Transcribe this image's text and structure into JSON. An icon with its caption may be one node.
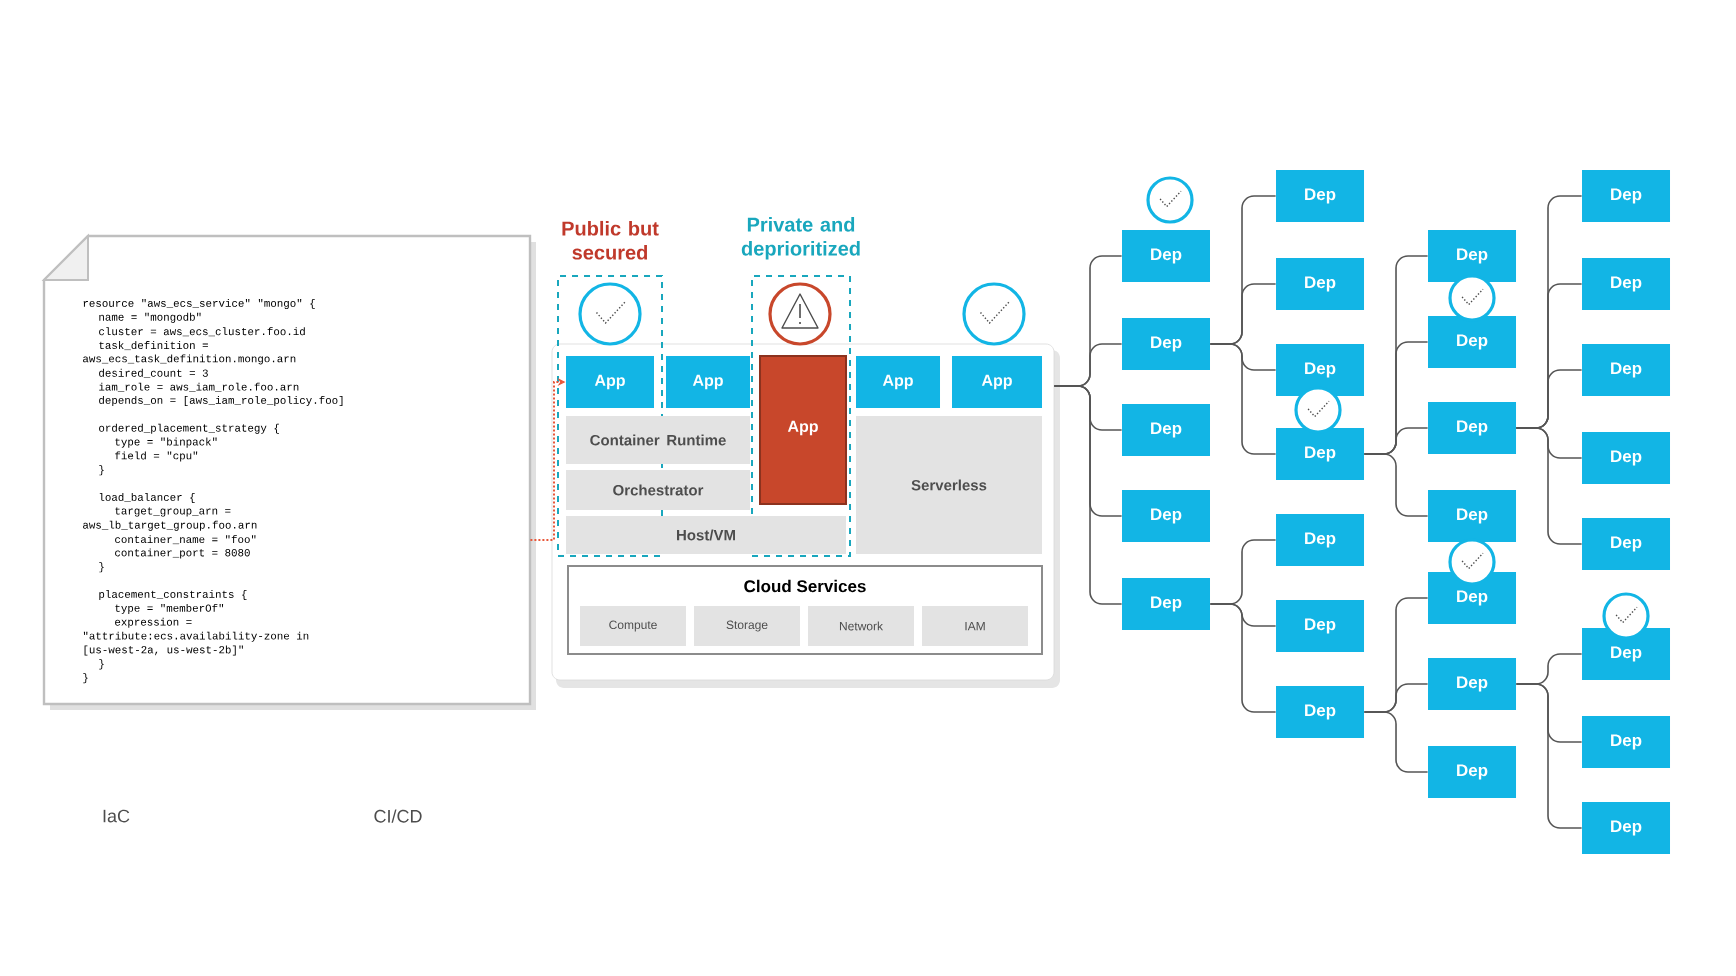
{
  "diagram": {
    "nodes": [
      {
        "text": [
          "resource \"aws_ecs_service\" \"mongo\" {",
          "name = \"mongodb\"",
          "cluster = aws_ecs_cluster.foo.id",
          "task_definition =",
          "aws_ecs_task_definition.mongo.arn",
          "desired_count = 3",
          "iam_role = aws_iam_role.foo.arn",
          "depends_on = [aws_iam_role_policy.foo]",
          "ordered_placement_strategy {",
          "type = \"binpack\"",
          "field = \"cpu\"",
          "}",
          "load_balancer {",
          "target_group_arn =",
          "aws_lb_target_group.foo.arn",
          "container_name = \"foo\"",
          "container_port = 8080",
          "}",
          "placement_constraints {",
          "type = \"memberOf\"",
          "expression =",
          "\"attribute:ecs.availability-zone in",
          "[us-west-2a, us-west-2b]\"",
          "}",
          "}"
        ]
      },
      {
        "text": [],
        "shape": "box"
      },
      {
        "text": [
          "Public but secured"
        ]
      },
      {
        "text": [
          "Private and deprioritized"
        ]
      },
      {
        "text": [
          "App"
        ]
      },
      {
        "text": [
          "App"
        ],
        "in": 1
      },
      {
        "text": [
          "App"
        ]
      },
      {
        "text": [
          "App"
        ],
        "in": 1
      },
      {
        "text": [
          "App"
        ],
        "in": 1
      },
      {
        "text": [
          "Container Runtime"
        ],
        "in": 1
      },
      {
        "text": [
          "Orchestrator"
        ],
        "in": 1
      },
      {
        "text": [
          "Host/VM"
        ],
        "in": 1
      },
      {
        "text": [
          "Serverless"
        ],
        "in": 1
      },
      {
        "text": [
          "Cloud Services"
        ],
        "in": 1
      },
      {
        "text": [
          "Compute"
        ],
        "in": 13
      },
      {
        "text": [
          "Storage"
        ],
        "in": 13
      },
      {
        "text": [
          "Network"
        ],
        "in": 13
      },
      {
        "text": [
          "IAM"
        ],
        "in": 13
      },
      {
        "text": [
          "Dep"
        ]
      },
      {
        "text": [
          "Dep"
        ]
      },
      {
        "text": [
          "Dep"
        ]
      },
      {
        "text": [
          "Dep"
        ]
      },
      {
        "text": [
          "Dep"
        ]
      },
      {
        "text": [
          "Dep"
        ]
      },
      {
        "text": [
          "Dep"
        ]
      },
      {
        "text": [
          "Dep"
        ]
      },
      {
        "text": [
          "Dep"
        ]
      },
      {
        "text": [
          "Dep"
        ]
      },
      {
        "text": [
          "Dep"
        ]
      },
      {
        "text": [
          "Dep"
        ]
      },
      {
        "text": [
          "Dep"
        ]
      },
      {
        "text": [
          "Dep"
        ]
      },
      {
        "text": [
          "Dep"
        ]
      },
      {
        "text": [
          "Dep"
        ]
      },
      {
        "text": [
          "Dep"
        ]
      },
      {
        "text": [
          "Dep"
        ]
      },
      {
        "text": [
          "Dep"
        ]
      },
      {
        "text": [
          "Dep"
        ]
      },
      {
        "text": [
          "Dep"
        ]
      },
      {
        "text": [
          "Dep"
        ]
      },
      {
        "text": [
          "Dep"
        ]
      },
      {
        "text": [
          "Dep"
        ]
      },
      {
        "text": [
          "Dep"
        ]
      },
      {
        "text": [
          "Dep"
        ]
      },
      {
        "text": [
          "Dep"
        ]
      }
    ],
    "edges": [
      {
        "from": 0,
        "to": 4,
        "arrow": "to",
        "style": "dashed",
        "color": "#e8573a"
      },
      {
        "from": 1,
        "to": 18,
        "arrow": "none"
      },
      {
        "from": 1,
        "to": 19,
        "arrow": "none"
      },
      {
        "from": 1,
        "to": 20,
        "arrow": "none"
      },
      {
        "from": 1,
        "to": 21,
        "arrow": "none"
      },
      {
        "from": 1,
        "to": 22,
        "arrow": "none"
      },
      {
        "from": 19,
        "to": 23,
        "arrow": "none"
      },
      {
        "from": 19,
        "to": 24,
        "arrow": "none"
      },
      {
        "from": 19,
        "to": 25,
        "arrow": "none"
      },
      {
        "from": 19,
        "to": 26,
        "arrow": "none"
      },
      {
        "from": 22,
        "to": 27,
        "arrow": "none"
      },
      {
        "from": 22,
        "to": 28,
        "arrow": "none"
      },
      {
        "from": 22,
        "to": 29,
        "arrow": "none"
      },
      {
        "from": 26,
        "to": 30,
        "arrow": "none"
      },
      {
        "from": 26,
        "to": 31,
        "arrow": "none"
      },
      {
        "from": 26,
        "to": 32,
        "arrow": "none"
      },
      {
        "from": 26,
        "to": 33,
        "arrow": "none"
      },
      {
        "from": 29,
        "to": 34,
        "arrow": "none"
      },
      {
        "from": 29,
        "to": 35,
        "arrow": "none"
      },
      {
        "from": 29,
        "to": 36,
        "arrow": "none"
      },
      {
        "from": 32,
        "to": 37,
        "arrow": "none"
      },
      {
        "from": 32,
        "to": 38,
        "arrow": "none"
      },
      {
        "from": 32,
        "to": 39,
        "arrow": "none"
      },
      {
        "from": 32,
        "to": 40,
        "arrow": "none"
      },
      {
        "from": 32,
        "to": 41,
        "arrow": "none"
      },
      {
        "from": 35,
        "to": 42,
        "arrow": "none"
      },
      {
        "from": 35,
        "to": 43,
        "arrow": "none"
      },
      {
        "from": 35,
        "to": 44,
        "arrow": "none"
      }
    ],
    "labels": [
      "IaC",
      "CI/CD"
    ]
  }
}
